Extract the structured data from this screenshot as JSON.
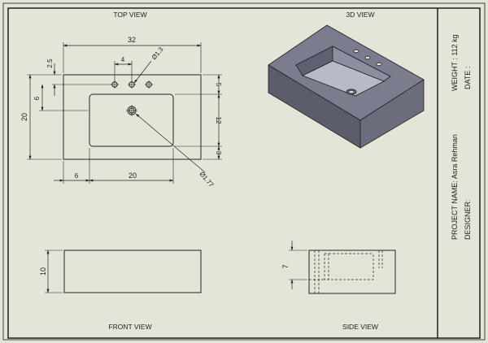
{
  "views": {
    "top": "TOP VIEW",
    "iso": "3D VIEW",
    "front": "FRONT VIEW",
    "side": "SIDE VIEW"
  },
  "dims": {
    "overall_width": "32",
    "hole_spacing": "4",
    "hole_dia": "Ø1.3",
    "top_offset": "2.5",
    "left_offset": "6",
    "depth": "20",
    "right_top": "5",
    "right_mid": "12",
    "right_bot": "3",
    "bottom_left": "6",
    "bottom_mid": "20",
    "drain_dia": "Ø1.77",
    "front_height": "10",
    "side_depth": "7"
  },
  "title_block": {
    "weight": "WEIGHT : 112 kg",
    "date": "DATE :",
    "project": "PROJECT NAME: Asra Rehman",
    "designer": "DESIGNER:"
  },
  "colors": {
    "background": "#e5e4d9",
    "line": "#222222",
    "part_dark": "#5b5d6c",
    "part_mid": "#7b7d8e",
    "part_light": "#a9abbb"
  }
}
